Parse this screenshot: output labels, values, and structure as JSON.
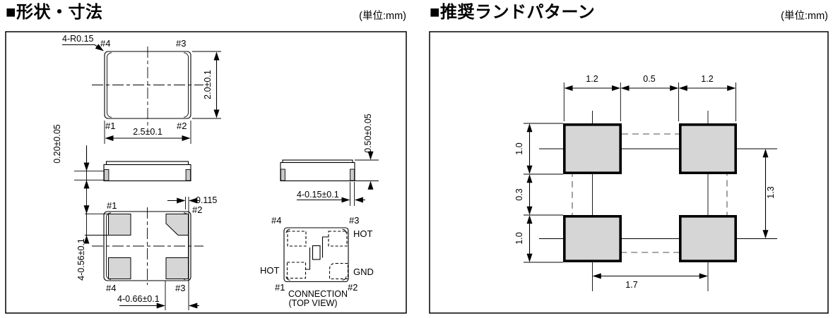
{
  "left_panel": {
    "title": "■形状・寸法",
    "unit": "(単位:mm)",
    "top_view": {
      "radius_note": "4-R0.15",
      "pin_tl": "#4",
      "pin_tr": "#3",
      "pin_bl": "#1",
      "pin_br": "#2",
      "width_dim": "2.5±0.1",
      "height_dim": "2.0±0.1"
    },
    "front_view": {
      "base_height_dim": "0.20±0.05"
    },
    "side_view": {
      "total_height_dim": "0.50±0.05",
      "cap_width_dim": "4-0.15±0.1"
    },
    "bottom_view": {
      "pin_tl": "#1",
      "pin_tr": "#2",
      "pin_bl": "#4",
      "pin_br": "#3",
      "pad_height_dim": "4-0.56±0.1",
      "pad_width_dim": "4-0.66±0.1",
      "edge_offset_dim": "0.115"
    },
    "connection": {
      "pin_tl": "#4",
      "pin_tr": "#3",
      "pin_bl": "#1",
      "pin_br": "#2",
      "label_tr": "HOT",
      "label_bl": "HOT",
      "label_br": "GND",
      "caption_line1": "CONNECTION",
      "caption_line2": "(TOP VIEW)"
    }
  },
  "right_panel": {
    "title": "■推奨ランドパターン",
    "unit": "(単位:mm)",
    "dims": {
      "pad_width_left": "1.2",
      "pad_gap": "0.5",
      "pad_width_right": "1.2",
      "pad_height_top": "1.0",
      "row_gap": "0.3",
      "pad_height_bottom": "1.0",
      "pitch_horizontal": "1.7",
      "pitch_vertical": "1.3"
    }
  },
  "colors": {
    "background": "#ffffff",
    "line": "#000000",
    "pad_fill": "#d6d6d6",
    "cap_fill": "#c9c9c9",
    "outline_dash": "#8a8a8a"
  }
}
